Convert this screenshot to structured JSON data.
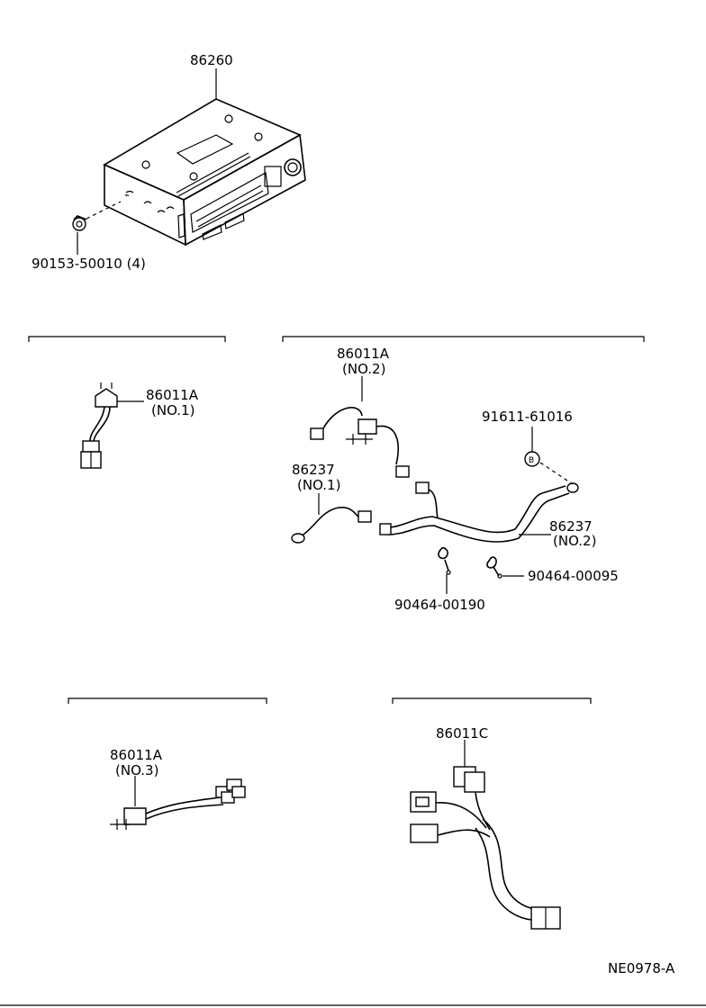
{
  "labels": {
    "radio": "86260",
    "screw": "90153-50010 (4)",
    "wire1_part": "86011A",
    "wire1_no": "(NO.1)",
    "wire2_part": "86011A",
    "wire2_no": "(NO.2)",
    "bolt": "91611-61016",
    "ground1_part": "86237",
    "ground1_no": "(NO.1)",
    "ground2_part": "86237",
    "ground2_no": "(NO.2)",
    "clamp_a": "90464-00095",
    "clamp_b": "90464-00190",
    "wire3_part": "86011A",
    "wire3_no": "(NO.3)",
    "harness_c": "86011C",
    "callout_b": "B",
    "drawing_code": "NE0978-A"
  }
}
